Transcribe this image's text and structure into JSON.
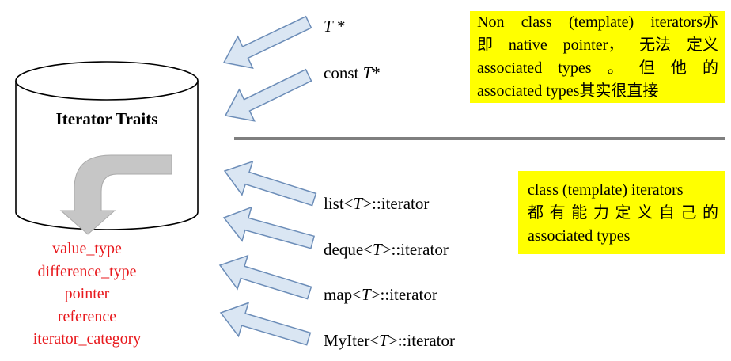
{
  "cylinder": {
    "title": "Iterator Traits"
  },
  "traits": [
    "value_type",
    "difference_type",
    "pointer",
    "reference",
    "iterator_category"
  ],
  "pointer_labels": [
    {
      "prefix": "",
      "type": "T",
      "suffix": "*"
    },
    {
      "prefix": "const ",
      "type": "T",
      "suffix": "*"
    }
  ],
  "class_labels": [
    {
      "prefix": "list<",
      "type": "T",
      "suffix": ">::iterator"
    },
    {
      "prefix": "deque<",
      "type": "T",
      "suffix": ">::iterator"
    },
    {
      "prefix": "map<",
      "type": "T",
      "suffix": ">::iterator"
    },
    {
      "prefix": "MyIter<",
      "type": "T",
      "suffix": ">::iterator"
    }
  ],
  "notes": {
    "non_class": {
      "lines": [
        [
          "Non",
          "class",
          "(template)",
          "iterators亦"
        ],
        [
          "即",
          "native",
          "pointer，",
          "无法",
          "定义"
        ],
        [
          "associated",
          "types",
          "。",
          "但",
          "他",
          "的"
        ],
        [
          "associated types其实很直接"
        ]
      ]
    },
    "class": {
      "lines": [
        [
          "class (template) iterators"
        ],
        [
          "都",
          "有",
          "能",
          "力",
          "定",
          "义",
          "自",
          "己",
          "的"
        ],
        [
          "associated types"
        ]
      ]
    }
  },
  "colors": {
    "arrow_fill": "#dae6f3",
    "arrow_stroke": "#6c8db8",
    "curved_arrow": "#c6c6c6",
    "divider": "#7f7f7f",
    "trait_text": "#e8191d",
    "note_bg": "#ffff00"
  }
}
